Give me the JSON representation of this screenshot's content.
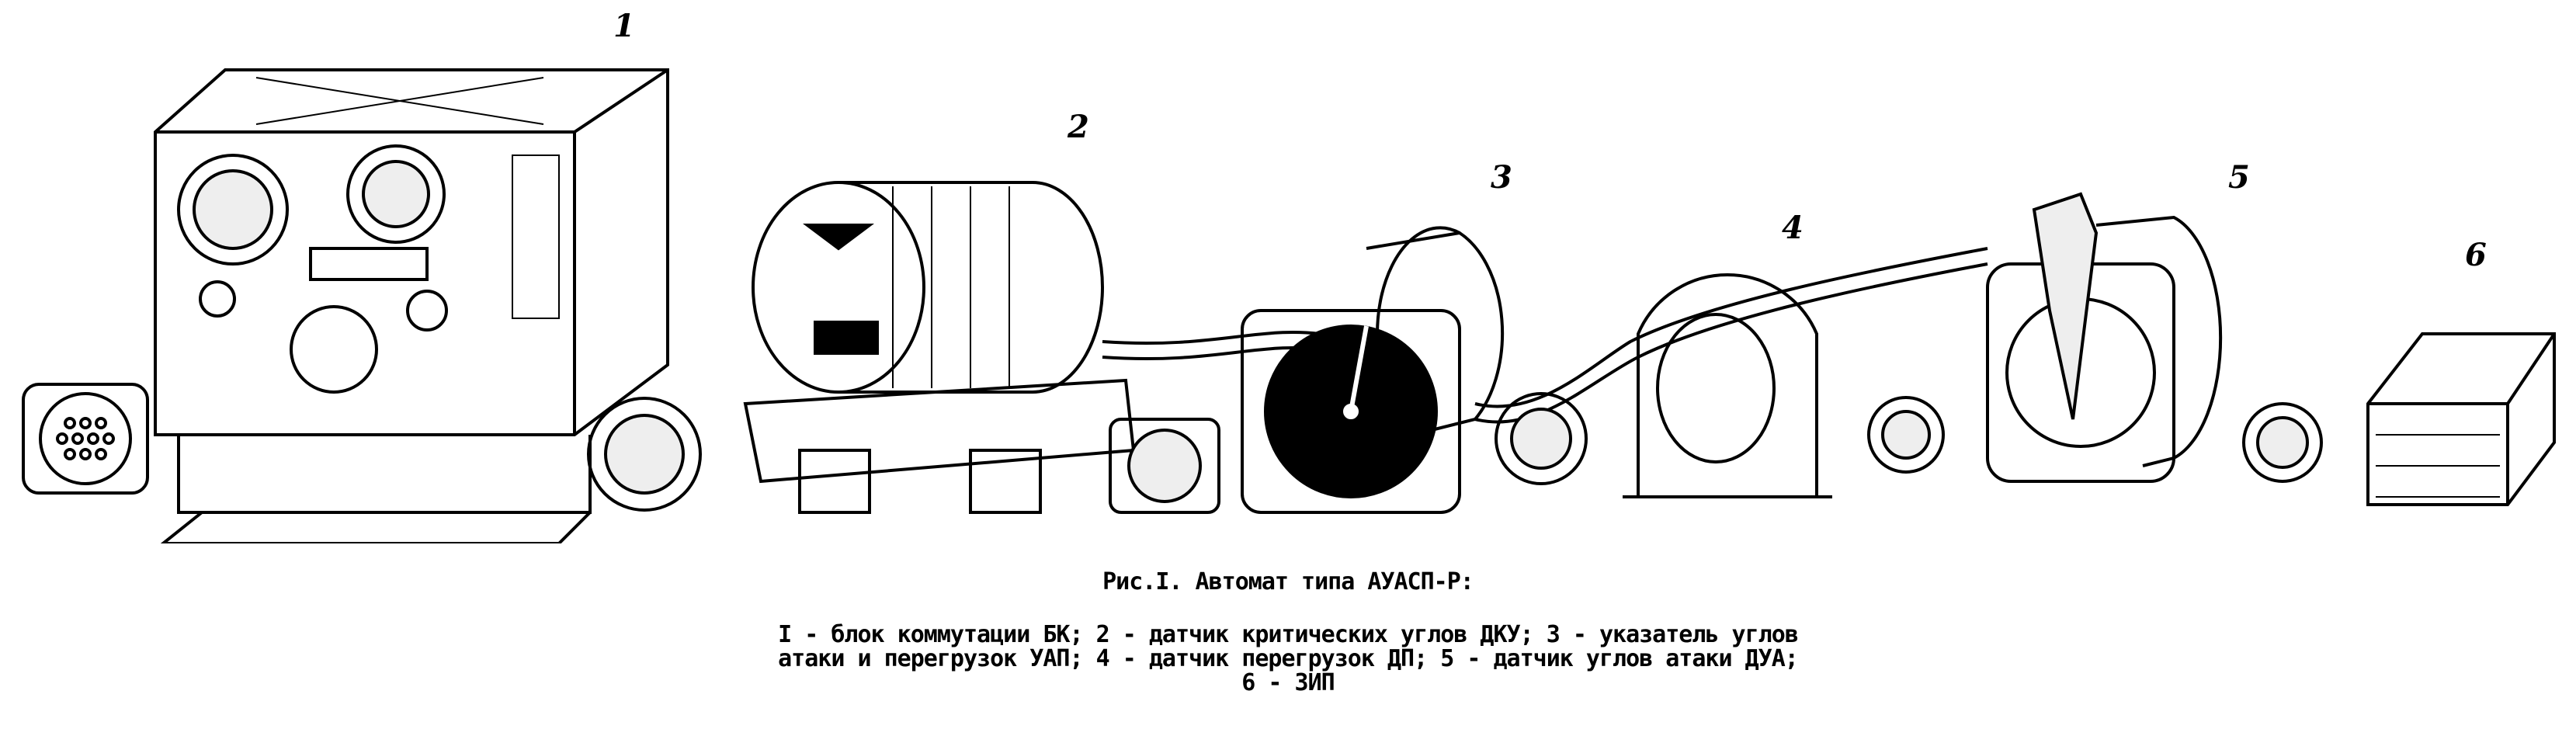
{
  "figure": {
    "part_labels": [
      "1",
      "2",
      "3",
      "4",
      "5",
      "6"
    ],
    "caption_title": "Рис.I. Автомат типа АУАСП-Р:",
    "caption_lines": [
      "I - блок коммутации БК; 2 - датчик критических углов ДКУ; 3 - указатель углов",
      "атаки и перегрузок УАП; 4 - датчик перегрузок ДП; 5 - датчик углов атаки ДУА;",
      "6 - ЗИП"
    ]
  }
}
